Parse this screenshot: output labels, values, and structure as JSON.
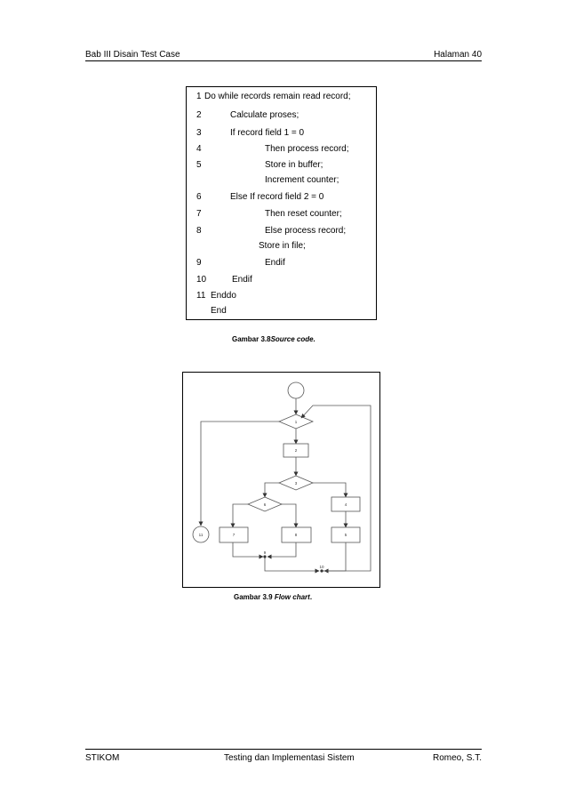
{
  "header": {
    "left": "Bab III Disain Test Case",
    "right": "Halaman 40"
  },
  "code": [
    {
      "num": "1",
      "text": "Do while records remain read record;"
    },
    {
      "num": "2",
      "text": "Calculate proses;"
    },
    {
      "num": "3",
      "text": "If record field 1 = 0"
    },
    {
      "num": "4",
      "text": "Then process record;"
    },
    {
      "num": "5",
      "text": "Store in buffer;"
    },
    {
      "num": "",
      "text": "Increment counter;"
    },
    {
      "num": "6",
      "text": "Else If record field 2 = 0"
    },
    {
      "num": "7",
      "text": "Then reset counter;"
    },
    {
      "num": "8",
      "text": "Else process record;"
    },
    {
      "num": "",
      "text": "Store in file;"
    },
    {
      "num": "9",
      "text": "Endif"
    },
    {
      "num": "10",
      "text": "Endif"
    },
    {
      "num": "11",
      "text": "Enddo"
    },
    {
      "num": "",
      "text": "End"
    }
  ],
  "caption1": {
    "prefix": "Gambar 3.8",
    "italic": "Source code."
  },
  "caption2": {
    "prefix": "Gambar 3.9 ",
    "italic": "Flow chart",
    "suffix": "."
  },
  "flowchart": {
    "nodes": {
      "n1": "1",
      "n2": "2",
      "n3": "3",
      "n4": "4",
      "n5": "5",
      "n6": "6",
      "n7": "7",
      "n8": "8",
      "n9": "9",
      "n10": "10",
      "n11": "11"
    }
  },
  "footer": {
    "left": "STIKOM",
    "center": "Testing dan Implementasi Sistem",
    "right": "Romeo, S.T."
  }
}
